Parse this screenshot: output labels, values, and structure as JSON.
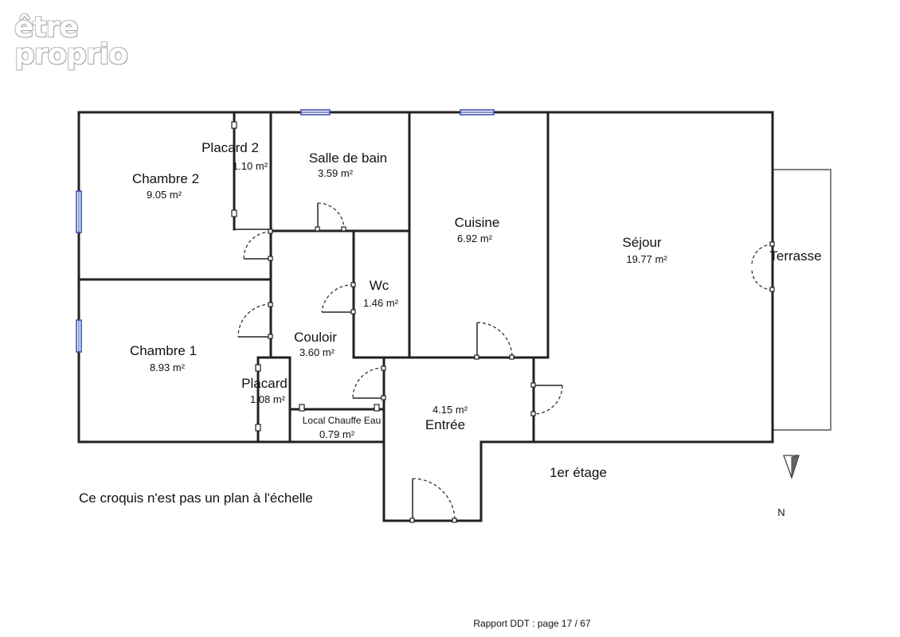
{
  "logo": {
    "line1": "être",
    "line2": "proprio"
  },
  "rooms": {
    "chambre2": {
      "name": "Chambre 2",
      "area": "9.05 m²"
    },
    "placard2": {
      "name": "Placard 2",
      "area": "1.10 m²"
    },
    "salle_de_bain": {
      "name": "Salle de bain",
      "area": "3.59 m²"
    },
    "cuisine": {
      "name": "Cuisine",
      "area": "6.92 m²"
    },
    "sejour": {
      "name": "Séjour",
      "area": "19.77 m²"
    },
    "terrasse": {
      "name": "Terrasse"
    },
    "wc": {
      "name": "Wc",
      "area": "1.46 m²"
    },
    "chambre1": {
      "name": "Chambre 1",
      "area": "8.93 m²"
    },
    "couloir": {
      "name": "Couloir",
      "area": "3.60 m²"
    },
    "placard": {
      "name": "Placard",
      "area": "1.08 m²"
    },
    "local_chauffe_eau": {
      "name": "Local Chauffe Eau",
      "area": "0.79 m²"
    },
    "entree": {
      "name": "Entrée",
      "area": "4.15 m²"
    }
  },
  "floor_label": "1er étage",
  "disclaimer": "Ce croquis n'est pas un plan à l'échelle",
  "compass": {
    "label": "N",
    "icon": "north-arrow-icon"
  },
  "footer": "Rapport DDT : page 17 / 67",
  "colors": {
    "walls": "#222222",
    "windows": "#3a4fb0"
  }
}
